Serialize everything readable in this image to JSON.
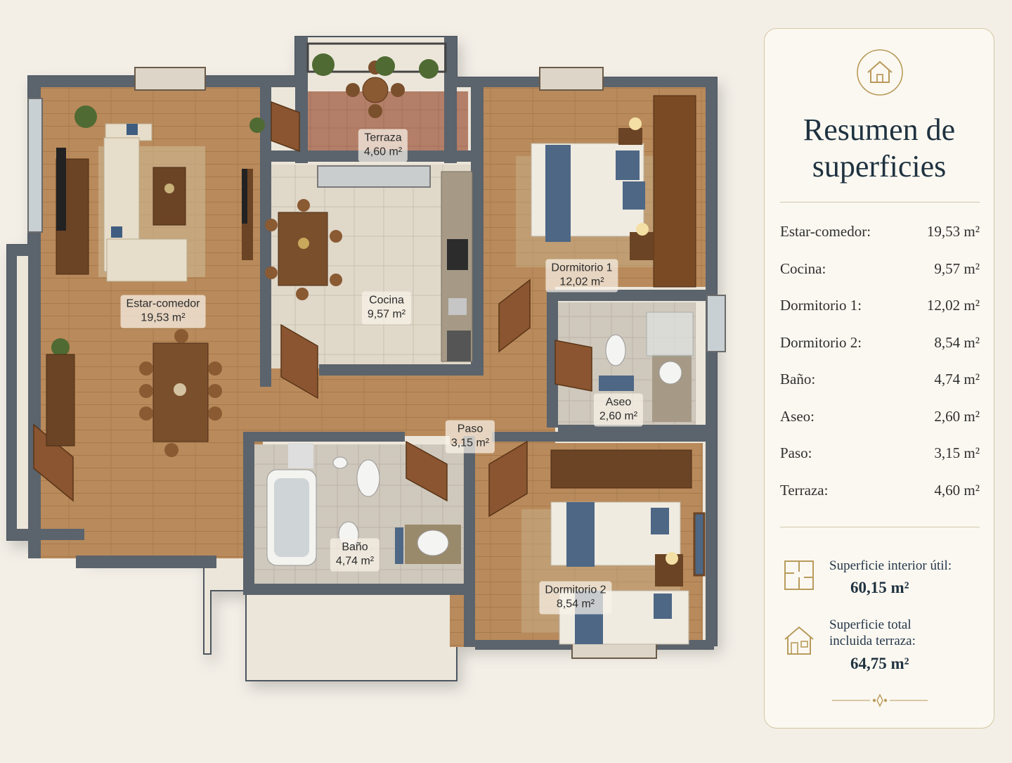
{
  "rooms": {
    "terraza": {
      "name": "Terraza",
      "area": "4,60 m²"
    },
    "estar": {
      "name": "Estar-comedor",
      "area": "19,53 m²"
    },
    "cocina": {
      "name": "Cocina",
      "area": "9,57 m²"
    },
    "dorm1": {
      "name": "Dormitorio 1",
      "area": "12,02 m²"
    },
    "aseo": {
      "name": "Aseo",
      "area": "2,60 m²"
    },
    "paso": {
      "name": "Paso",
      "area": "3,15 m²"
    },
    "bano": {
      "name": "Baño",
      "area": "4,74 m²"
    },
    "dorm2": {
      "name": "Dormitorio 2",
      "area": "8,54 m²"
    }
  },
  "summary": {
    "title_line1": "Resumen de",
    "title_line2": "superficies",
    "items": [
      {
        "label": "Estar-comedor:",
        "value": "19,53 m²"
      },
      {
        "label": "Cocina:",
        "value": "9,57 m²"
      },
      {
        "label": "Dormitorio 1:",
        "value": "12,02 m²"
      },
      {
        "label": "Dormitorio 2:",
        "value": "8,54 m²"
      },
      {
        "label": "Baño:",
        "value": "4,74 m²"
      },
      {
        "label": "Aseo:",
        "value": "2,60 m²"
      },
      {
        "label": "Paso:",
        "value": "3,15 m²"
      },
      {
        "label": "Terraza:",
        "value": "4,60 m²"
      }
    ],
    "interior": {
      "label": "Superficie interior útil:",
      "value": "60,15 m²"
    },
    "total": {
      "label_line1": "Superficie total",
      "label_line2": "incluida terraza:",
      "value": "64,75 m²"
    }
  },
  "icons": {
    "panel_header": "house-icon",
    "interior": "floorplan-icon",
    "total": "house-outline-icon",
    "footer": "ornament-divider-icon"
  },
  "colors": {
    "background": "#f3efe7",
    "wall": "#5d6670",
    "wood_floor": "#b8885a",
    "tile_floor": "#ddd4c4",
    "terrace_floor": "#b07d66",
    "bath_floor": "#c9c3b8",
    "accent_gold": "#b99b5c",
    "title_navy": "#1f3240",
    "bedding_blue": "#55708c"
  }
}
